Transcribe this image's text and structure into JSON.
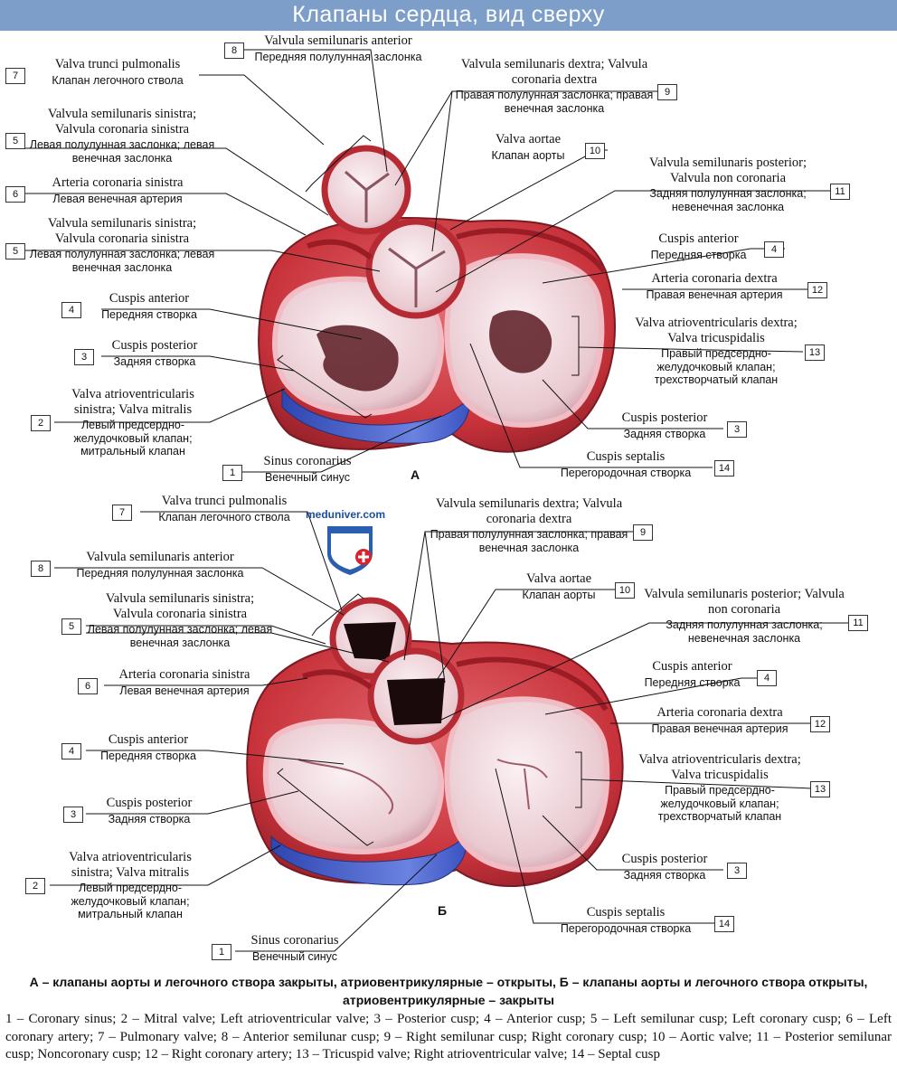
{
  "title": "Клапаны сердца, вид сверху",
  "watermark": "meduniver.com",
  "colors": {
    "title_bg": "#7c9ec8",
    "muscle": "#c8323a",
    "pink": "#f2bcc4",
    "valve": "#f3e6ea",
    "vein": "#4a60c8"
  },
  "panels": [
    {
      "letter": "А",
      "labels": [
        {
          "num": "8",
          "la": "Valvula semilunaris anterior",
          "ru": "Передняя полулунная заслонка"
        },
        {
          "num": "7",
          "la": "Valva trunci pulmonalis",
          "ru": "Клапан легочного ствола"
        },
        {
          "num": "9",
          "la": "Valvula semilunaris dextra; Valvula coronaria dextra",
          "ru": "Правая полулунная заслонка; правая венечная заслонка"
        },
        {
          "num": "5",
          "la": "Valvula semilunaris sinistra; Valvula coronaria sinistra",
          "ru": "Левая полулунная заслонка; левая венечная заслонка"
        },
        {
          "num": "10",
          "la": "Valva aortae",
          "ru": "Клапан аорты"
        },
        {
          "num": "11",
          "la": "Valvula semilunaris posterior; Valvula non coronaria",
          "ru": "Задняя полулунная заслонка; невенечная заслонка"
        },
        {
          "num": "6",
          "la": "Arteria coronaria sinistra",
          "ru": "Левая венечная артерия"
        },
        {
          "num": "5",
          "la": "Valvula semilunaris sinistra; Valvula coronaria sinistra",
          "ru": "Левая полулунная заслонка; левая венечная заслонка"
        },
        {
          "num": "4",
          "la": "Cuspis anterior",
          "ru": "Передняя створка"
        },
        {
          "num": "12",
          "la": "Arteria coronaria dextra",
          "ru": "Правая венечная артерия"
        },
        {
          "num": "4",
          "la": "Cuspis anterior",
          "ru": "Передняя створка"
        },
        {
          "num": "13",
          "la": "Valva atrioventricularis dextra; Valva tricuspidalis",
          "ru": "Правый предсердно-желудочковый клапан; трехстворчатый клапан"
        },
        {
          "num": "3",
          "la": "Cuspis posterior",
          "ru": "Задняя створка"
        },
        {
          "num": "2",
          "la": "Valva atrioventricularis sinistra; Valva mitralis",
          "ru": "Левый предсердно-желудочковый клапан; митральный клапан"
        },
        {
          "num": "3",
          "la": "Cuspis posterior",
          "ru": "Задняя створка"
        },
        {
          "num": "14",
          "la": "Cuspis septalis",
          "ru": "Перегородочная створка"
        },
        {
          "num": "1",
          "la": "Sinus coronarius",
          "ru": "Венечный синус"
        }
      ]
    },
    {
      "letter": "Б",
      "labels": [
        {
          "num": "7",
          "la": "Valva trunci pulmonalis",
          "ru": "Клапан легочного ствола"
        },
        {
          "num": "9",
          "la": "Valvula semilunaris dextra; Valvula coronaria dextra",
          "ru": "Правая полулунная заслонка; правая венечная заслонка"
        },
        {
          "num": "8",
          "la": "Valvula semilunaris anterior",
          "ru": "Передняя полулунная заслонка"
        },
        {
          "num": "10",
          "la": "Valva aortae",
          "ru": "Клапан аорты"
        },
        {
          "num": "5",
          "la": "Valvula semilunaris sinistra; Valvula coronaria sinistra",
          "ru": "Левая полулунная заслонка; левая венечная заслонка"
        },
        {
          "num": "11",
          "la": "Valvula semilunaris posterior; Valvula non coronaria",
          "ru": "Задняя полулунная заслонка; невенечная заслонка"
        },
        {
          "num": "6",
          "la": "Arteria coronaria sinistra",
          "ru": "Левая венечная артерия"
        },
        {
          "num": "4",
          "la": "Cuspis anterior",
          "ru": "Передняя створка"
        },
        {
          "num": "12",
          "la": "Arteria coronaria dextra",
          "ru": "Правая венечная артерия"
        },
        {
          "num": "4",
          "la": "Cuspis anterior",
          "ru": "Передняя створка"
        },
        {
          "num": "13",
          "la": "Valva atrioventricularis dextra; Valva tricuspidalis",
          "ru": "Правый предсердно-желудочковый клапан; трехстворчатый клапан"
        },
        {
          "num": "3",
          "la": "Cuspis posterior",
          "ru": "Задняя створка"
        },
        {
          "num": "3",
          "la": "Cuspis posterior",
          "ru": "Задняя створка"
        },
        {
          "num": "2",
          "la": "Valva atrioventricularis sinistra; Valva mitralis",
          "ru": "Левый предсердно-желудочковый клапан; митральный клапан"
        },
        {
          "num": "14",
          "la": "Cuspis septalis",
          "ru": "Перегородочная створка"
        },
        {
          "num": "1",
          "la": "Sinus coronarius",
          "ru": "Венечный синус"
        }
      ]
    }
  ],
  "caption": "А – клапаны аорты и легочного створа закрыты, атриовентрикулярные – открыты, Б – клапаны аорты и легочного створа открыты, атриовентрикулярные – закрыты",
  "legend": "1 – Coronary sinus; 2 – Mitral valve; Left atrioventricular valve; 3 – Posterior cusp; 4 – Anterior cusp; 5 – Left semilunar cusp; Left coronary cusp; 6 – Left coronary artery; 7 – Pulmonary valve; 8 – Anterior semilunar cusp; 9 – Right semilunar cusp; Right coronary cusp; 10 – Aortic valve; 11 – Posterior semilunar cusp; Noncoronary cusp; 12 – Right coronary artery; 13 – Tricuspid valve; Right atrioventricular valve; 14 – Septal cusp"
}
